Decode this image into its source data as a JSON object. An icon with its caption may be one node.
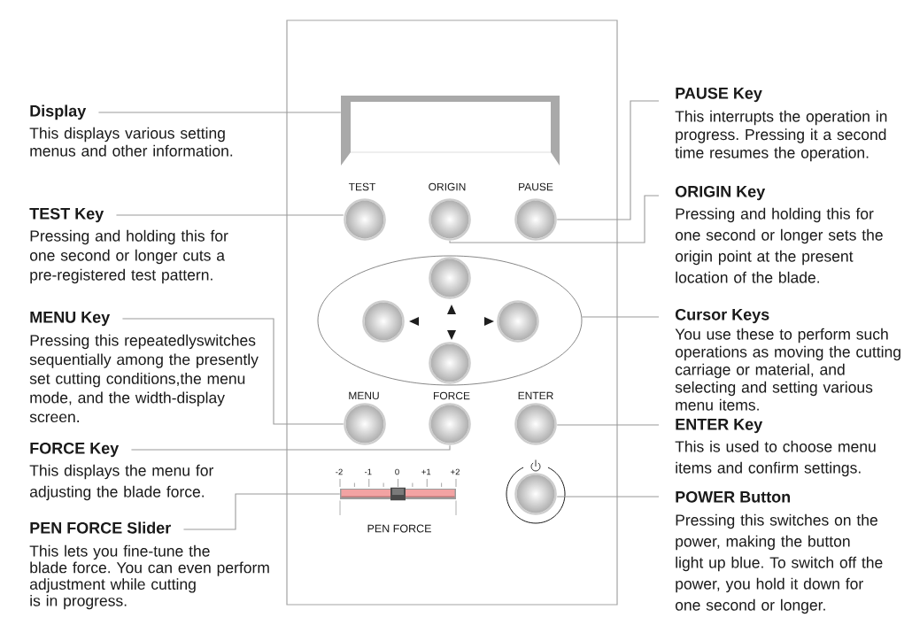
{
  "diagram": {
    "nodes": [
      {
        "text": [
          "Display",
          "This displays various setting menus and other information."
        ]
      },
      {
        "text": [
          "TEST Key",
          "Pressing and holding this for one second or longer cuts a pre-registered test pattern."
        ]
      },
      {
        "text": [
          "MENU Key",
          "Pressing this repeatedlyswitches sequentially among the presently set cutting conditions,the menu mode, and the width-display screen."
        ]
      },
      {
        "text": [
          "FORCE Key",
          "This displays the menu for adjusting the blade force."
        ]
      },
      {
        "text": [
          "PEN FORCE Slider",
          "This lets you fine-tune the blade force. You can even perform adjustment while cutting is in progress."
        ]
      },
      {
        "text": [],
        "shape": "box"
      },
      {
        "text": [
          "TEST"
        ]
      },
      {
        "text": [
          "ORIGIN"
        ]
      },
      {
        "text": [
          "PAUSE"
        ]
      },
      {
        "text": [],
        "shape": "ellipse"
      },
      {
        "text": [],
        "shape": "circle",
        "in": 9
      },
      {
        "text": [],
        "shape": "circle",
        "in": 9
      },
      {
        "text": [],
        "shape": "circle",
        "in": 9
      },
      {
        "text": [],
        "shape": "circle",
        "in": 9
      },
      {
        "text": [
          "MENU"
        ]
      },
      {
        "text": [
          "FORCE"
        ]
      },
      {
        "text": [
          "ENTER"
        ]
      },
      {
        "text": [
          "PEN FORCE"
        ]
      },
      {
        "text": [],
        "shape": "circle"
      },
      {
        "text": [
          "PAUSE Key",
          "This interrupts the operation in progress. Pressing it a second time resumes the operation."
        ]
      },
      {
        "text": [
          "ORIGIN Key",
          "Pressing and holding this for one second or longer sets the origin point at the present location of the blade."
        ]
      },
      {
        "text": [
          "Cursor Keys",
          "You use these to perform such operations as moving the cutting carriage or material, and selecting and setting various menu items."
        ]
      },
      {
        "text": [
          "ENTER Key",
          "This is used to choose menu items and confirm settings."
        ]
      },
      {
        "text": [
          "POWER Button",
          "Pressing this switches on the power, making the button light up blue. To switch off the power, you hold it down for one second or longer."
        ]
      }
    ],
    "edges": [
      {
        "from": 0,
        "to": 5,
        "arrow": "none"
      },
      {
        "from": 1,
        "to": 6,
        "arrow": "none"
      },
      {
        "from": 2,
        "to": 14,
        "arrow": "none"
      },
      {
        "from": 3,
        "to": 15,
        "arrow": "none"
      },
      {
        "from": 4,
        "to": 17,
        "arrow": "none"
      },
      {
        "from": 19,
        "to": 8,
        "arrow": "none"
      },
      {
        "from": 20,
        "to": 7,
        "arrow": "none"
      },
      {
        "from": 21,
        "to": 9,
        "arrow": "none"
      },
      {
        "from": 22,
        "to": 16,
        "arrow": "none"
      },
      {
        "from": 23,
        "to": 18,
        "arrow": "none"
      }
    ],
    "labels": [
      "-2",
      "-1",
      "0",
      "+1",
      "+2"
    ]
  }
}
